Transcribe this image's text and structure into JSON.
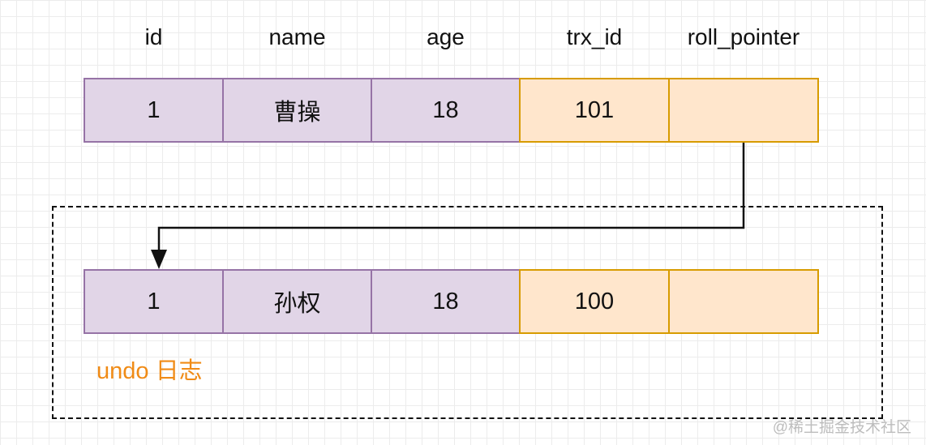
{
  "columns": [
    "id",
    "name",
    "age",
    "trx_id",
    "roll_pointer"
  ],
  "current_row": {
    "id": "1",
    "name": "曹操",
    "age": "18",
    "trx_id": "101",
    "roll_pointer": ""
  },
  "undo_row": {
    "id": "1",
    "name": "孙权",
    "age": "18",
    "trx_id": "100",
    "roll_pointer": ""
  },
  "undo_label": "undo 日志",
  "watermark": "@稀土掘金技术社区",
  "colors": {
    "purple_fill": "#e1d5e7",
    "purple_border": "#9673a6",
    "orange_fill": "#ffe6cc",
    "orange_border": "#d79b00",
    "label_accent": "#f08b16"
  }
}
